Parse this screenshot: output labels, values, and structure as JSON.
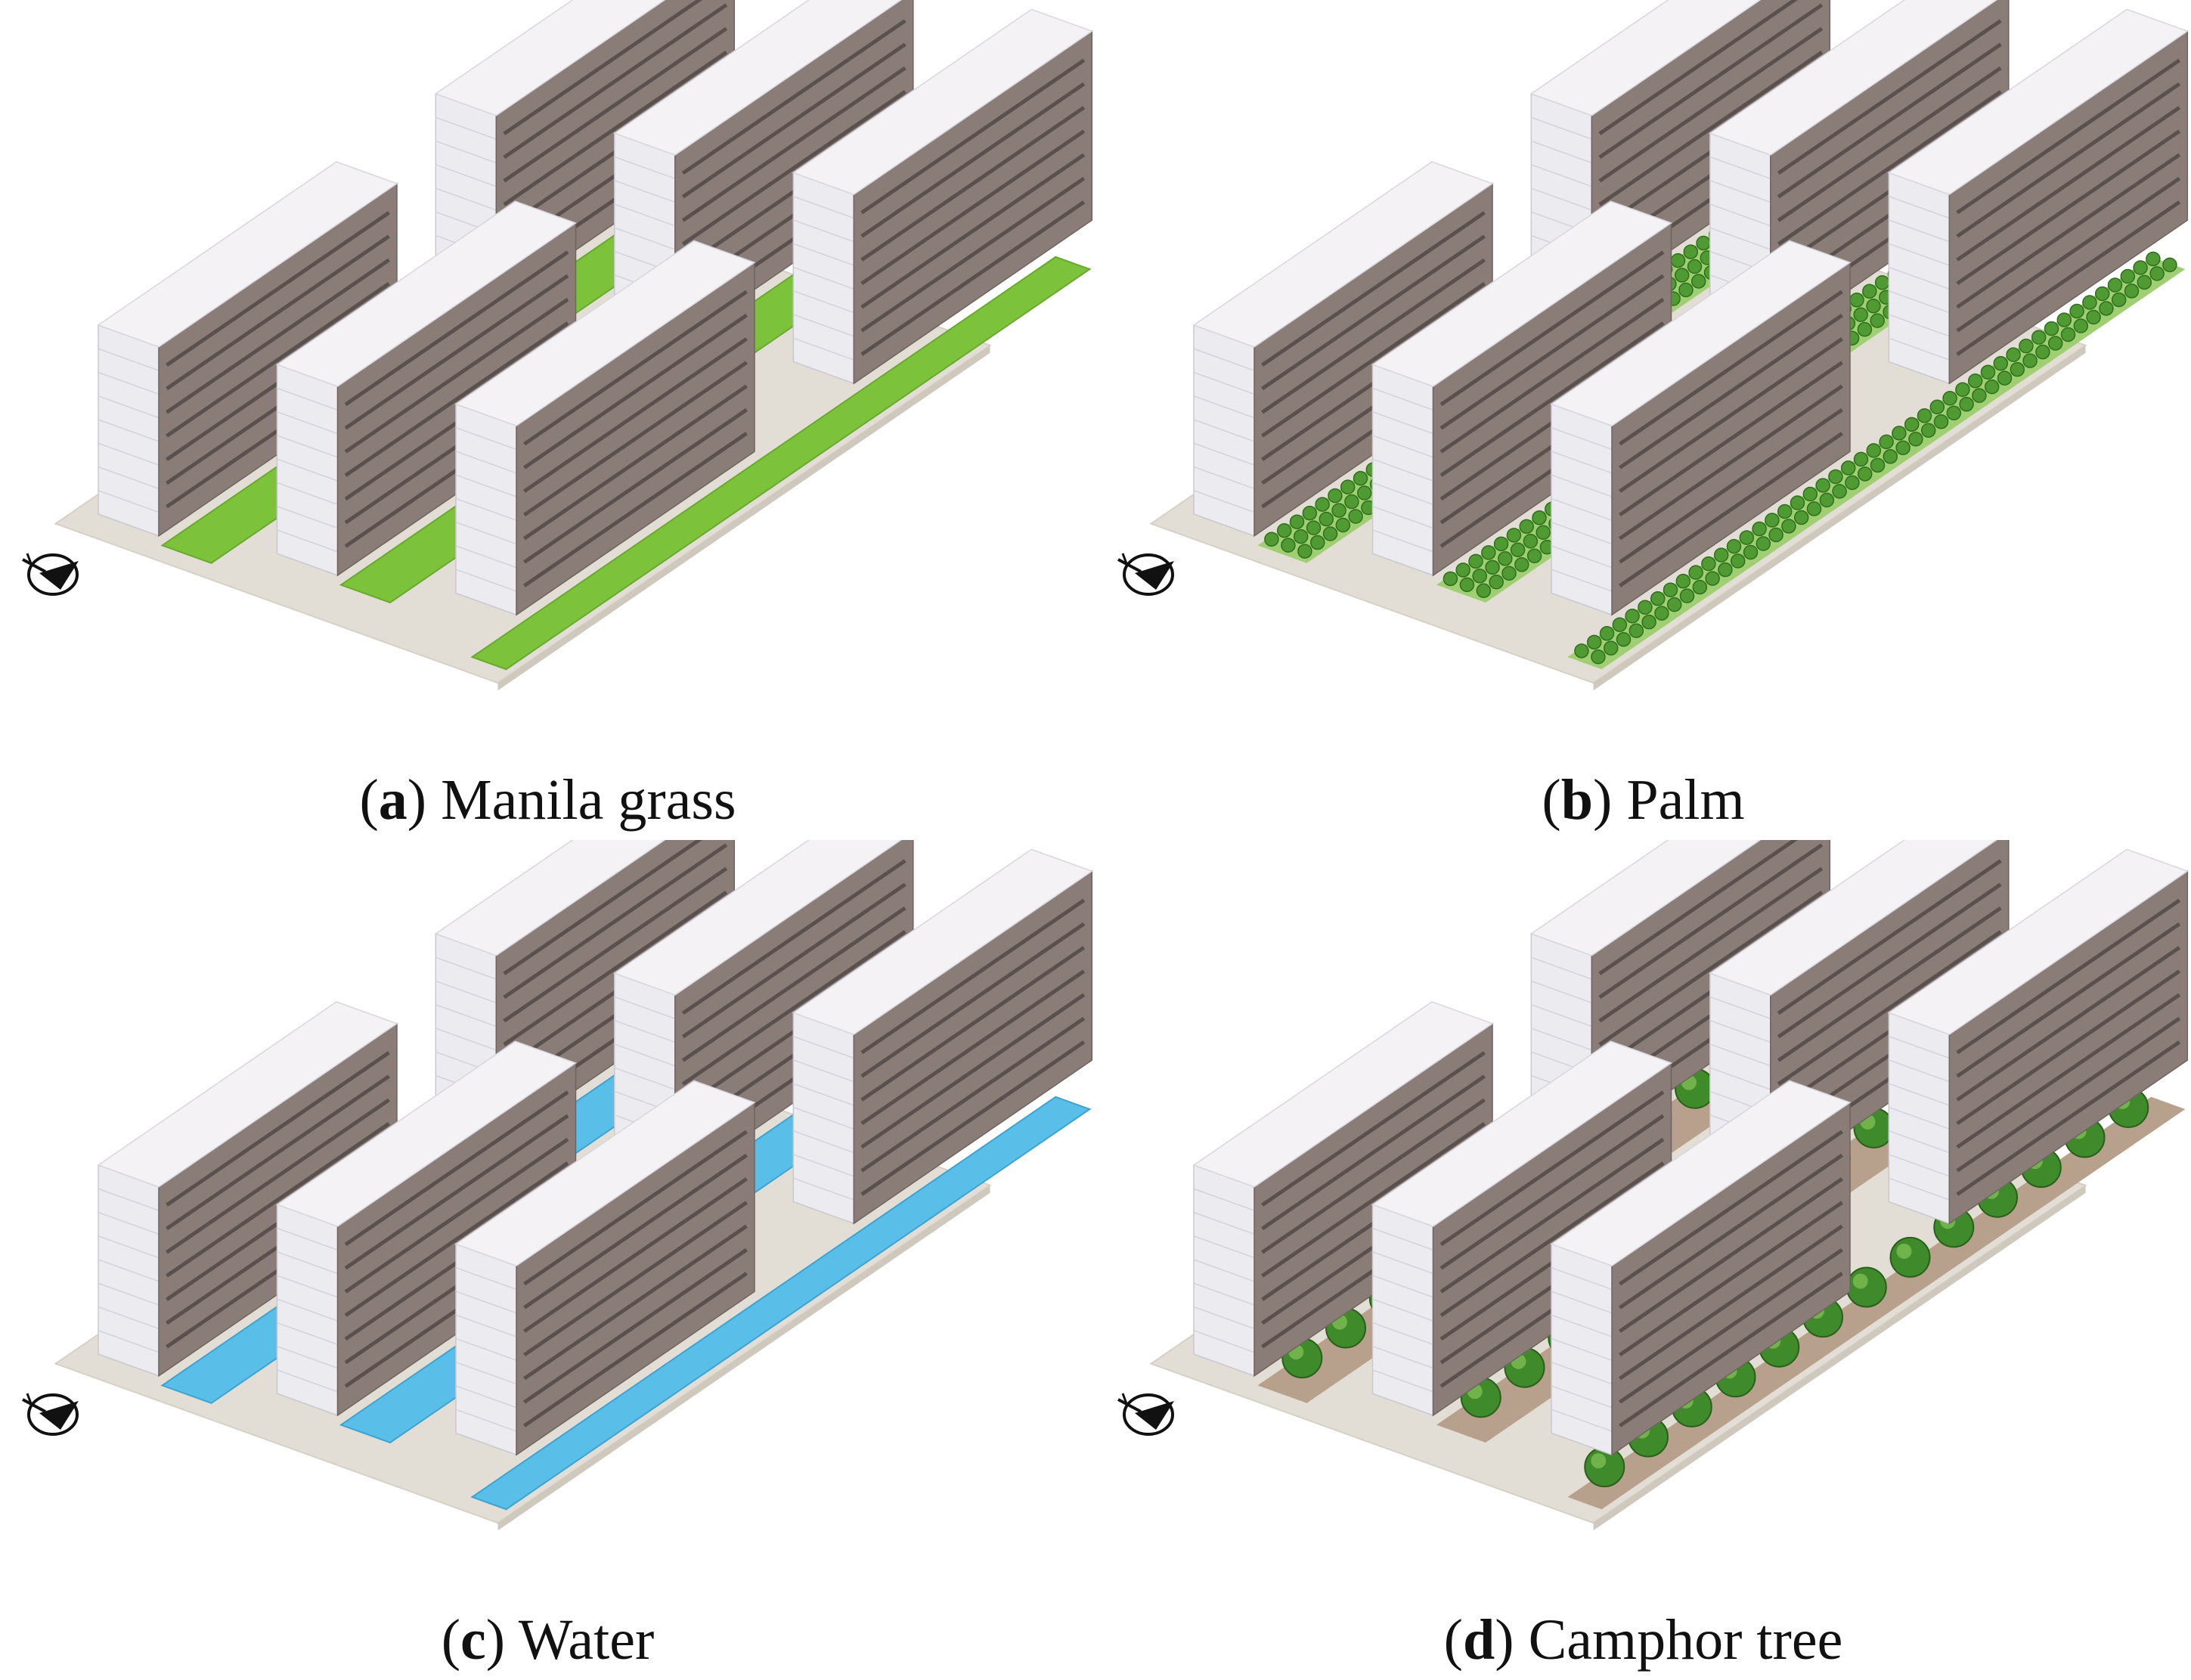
{
  "panels": [
    {
      "id": "a",
      "label": "a",
      "title": "Manila grass",
      "surface": "grass",
      "color": "#7cc23a"
    },
    {
      "id": "b",
      "label": "b",
      "title": "Palm",
      "surface": "palm",
      "color": "#4f9a32"
    },
    {
      "id": "c",
      "label": "c",
      "title": "Water",
      "surface": "water",
      "color": "#59bfe8"
    },
    {
      "id": "d",
      "label": "d",
      "title": "Camphor tree",
      "surface": "tree",
      "color": "#3f8a2a"
    }
  ],
  "colors": {
    "ground": "#e3ded5",
    "roof": "#f4f2f5",
    "facade_light": "#ecebf0",
    "facade_dark": "#8a7d78",
    "window": "#5a504e"
  },
  "icons": {
    "compass": "north-arrow-icon"
  }
}
